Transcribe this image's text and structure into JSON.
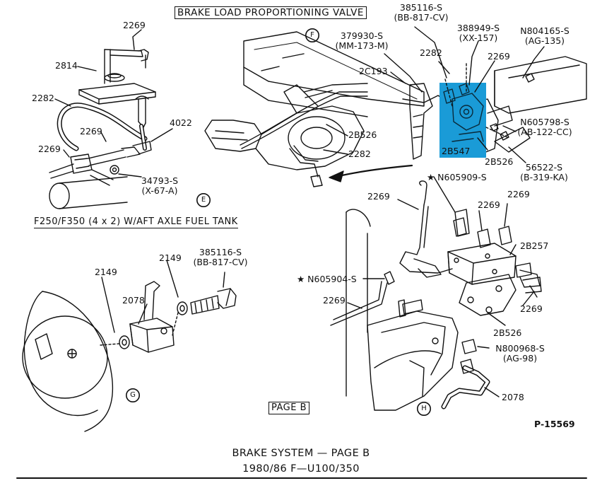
{
  "titles": {
    "valve_title": "BRAKE LOAD PROPORTIONING VALVE",
    "fuel_tank_caption": "F250/F350 (4 x 2) W/AFT AXLE FUEL TANK",
    "page_box": "PAGE B",
    "figure_number": "P-15569",
    "caption_line1": "BRAKE SYSTEM — PAGE B",
    "caption_line2": "1980/86 F—U100/350"
  },
  "views": {
    "e": "E",
    "f": "F",
    "g": "G",
    "h": "H"
  },
  "highlight_color": "#1a9bd7",
  "labels": {
    "l2269_e_top": "2269",
    "l2814": "2814",
    "l2282_e": "2282",
    "l2269_e_mid": "2269",
    "l4022": "4022",
    "l2269_e_low": "2269",
    "l34793": "34793-S",
    "l34793_code": "(X-67-A)",
    "l385116_f": "385116-S",
    "l385116_f_code": "(BB-817-CV)",
    "l388949": "388949-S",
    "l388949_code": "(XX-157)",
    "l379930": "379930-S",
    "l379930_code": "(MM-173-M)",
    "l2282_f": "2282",
    "l2269_f": "2269",
    "lN804165": "N804165-S",
    "lN804165_code": "(AG-135)",
    "l2c193": "2C193",
    "l2b526_f1": "2B526",
    "l2282_f2": "2282",
    "l2b547": "2B547",
    "l2b526_f2": "2B526",
    "lN605798": "N605798-S",
    "lN605798_code": "(AB-122-CC)",
    "l56522": "56522-S",
    "l56522_code": "(B-319-KA)",
    "lN605909": "★ N605909-S",
    "l2269_h1": "2269",
    "l2269_h2": "2269",
    "l2269_h3": "2269",
    "l2b257": "2B257",
    "lN605904": "★ N605904-S",
    "l2269_h4": "2269",
    "l2269_h5": "2269",
    "l2b526_h": "2B526",
    "lN800968": "N800968-S",
    "lN800968_code": "(AG-98)",
    "l2078_h": "2078",
    "l2149_a": "2149",
    "l2149_b": "2149",
    "l385116_g": "385116-S",
    "l385116_g_code": "(BB-817-CV)",
    "l2078_g": "2078"
  }
}
